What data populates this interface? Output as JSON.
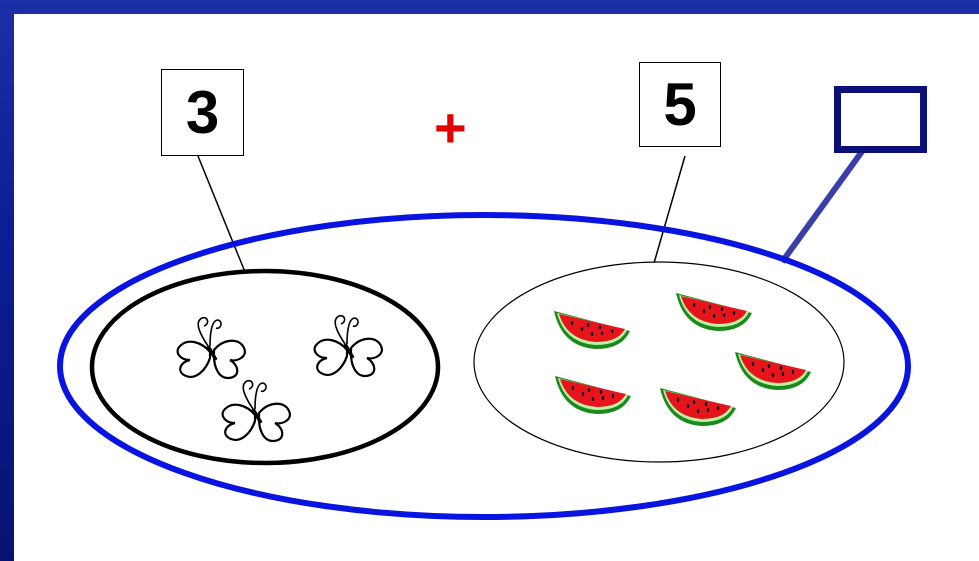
{
  "problem": {
    "left_addend": "3",
    "operator": "+",
    "right_addend": "5",
    "answer": ""
  },
  "groups": {
    "left": {
      "item_icon": "butterfly-icon",
      "count": 3
    },
    "right": {
      "item_icon": "watermelon-slice-icon",
      "count": 5
    }
  },
  "colors": {
    "frame": "#0c1e96",
    "outer_ellipse": "#0a14e0",
    "operator": "#e00000",
    "answer_box": "#0a0f7a",
    "connector": "#3a3ea8",
    "watermelon_flesh": "#e8141c",
    "watermelon_rind": "#1a8a1a"
  }
}
